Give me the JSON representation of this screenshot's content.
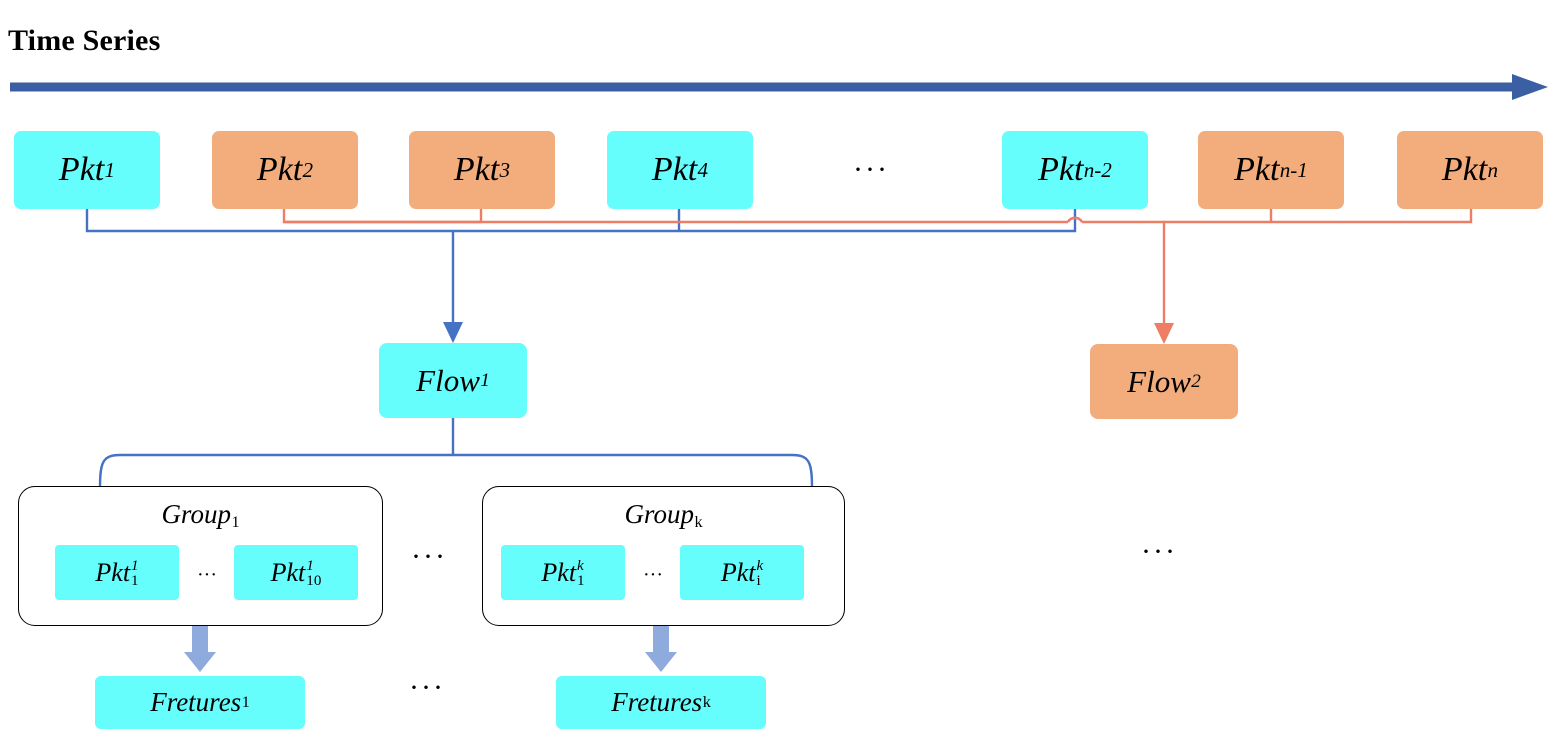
{
  "title": "Time Series",
  "colors": {
    "cyan": "#66fdfd",
    "orange": "#f3ad7d",
    "blue_line": "#4472c4",
    "blue_arrow": "#3b5fa3",
    "red_line": "#ed7d64",
    "thick_arrow": "#8faadc",
    "box_border": "#000000"
  },
  "timeline": {
    "arrow_label": "time-axis-arrow",
    "direction": "left-to-right"
  },
  "packets": [
    {
      "id": "pkt-1",
      "base": "Pkt",
      "sub": "1",
      "color": "cyan"
    },
    {
      "id": "pkt-2",
      "base": "Pkt",
      "sub": "2",
      "color": "orange"
    },
    {
      "id": "pkt-3",
      "base": "Pkt",
      "sub": "3",
      "color": "orange"
    },
    {
      "id": "pkt-4",
      "base": "Pkt",
      "sub": "4",
      "color": "cyan"
    },
    {
      "id": "pkt-n-2",
      "base": "Pkt",
      "sub": "n-2",
      "color": "cyan"
    },
    {
      "id": "pkt-n-1",
      "base": "Pkt",
      "sub": "n-1",
      "color": "orange"
    },
    {
      "id": "pkt-n",
      "base": "Pkt",
      "sub": "n",
      "color": "orange"
    }
  ],
  "packet_ellipsis": "···",
  "flows": [
    {
      "id": "flow-1",
      "base": "Flow",
      "sub": "1",
      "color": "cyan",
      "members": [
        "pkt-1",
        "pkt-4",
        "pkt-n-2"
      ]
    },
    {
      "id": "flow-2",
      "base": "Flow",
      "sub": "2",
      "color": "orange",
      "members": [
        "pkt-2",
        "pkt-3",
        "pkt-n-1",
        "pkt-n"
      ]
    }
  ],
  "groups": [
    {
      "id": "group-1",
      "base": "Group",
      "sub": "1",
      "packets": [
        {
          "base": "Pkt",
          "sup": "1",
          "sub": "1"
        },
        {
          "base": "Pkt",
          "sup": "1",
          "sub": "10"
        }
      ],
      "inner_ellipsis": "···"
    },
    {
      "id": "group-k",
      "base": "Group",
      "sub": "k",
      "packets": [
        {
          "base": "Pkt",
          "sup": "k",
          "sub": "1"
        },
        {
          "base": "Pkt",
          "sup": "k",
          "sub": "i"
        }
      ],
      "inner_ellipsis": "···"
    }
  ],
  "group_ellipsis": "···",
  "groups_trailing_ellipsis": "···",
  "features": [
    {
      "id": "fretures-1",
      "base": "Fretures",
      "sub": "1"
    },
    {
      "id": "fretures-k",
      "base": "Fretures",
      "sub": "k"
    }
  ],
  "features_ellipsis": "···"
}
